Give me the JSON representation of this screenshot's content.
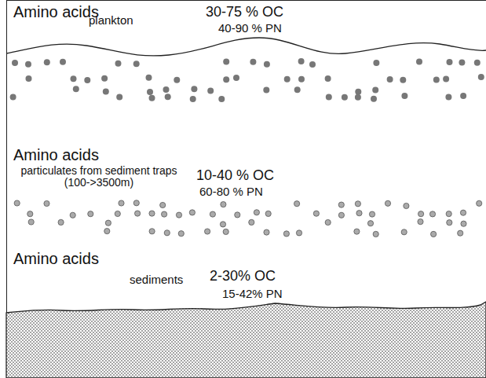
{
  "diagram": {
    "labels": [
      "Amino acids",
      "plankton",
      "30-75 % OC",
      "40-90 % PN",
      "Amino acids",
      "particulates from sediment traps (100->3500m)",
      "10-40 % OC",
      "60-80 % PN",
      "Amino acids",
      "sediments",
      "2-30% OC",
      "15-42% PN"
    ]
  }
}
